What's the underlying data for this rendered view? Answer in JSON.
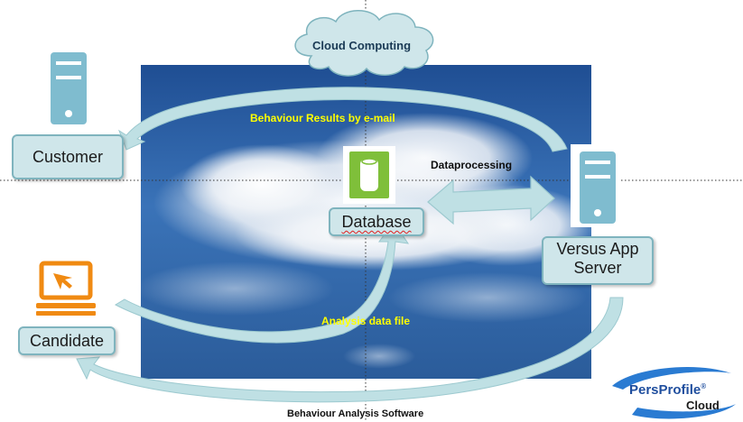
{
  "cloud_label": "Cloud Computing",
  "labels": {
    "behaviour_results": "Behaviour Results by e-mail",
    "dataprocessing": "Dataprocessing",
    "analysis_file": "Analysis data file",
    "behaviour_software": "Behaviour Analysis Software"
  },
  "nodes": {
    "customer": "Customer",
    "database": "Database",
    "server_line1": "Versus App",
    "server_line2": "Server",
    "candidate": "Candidate"
  },
  "logo": {
    "main": "PersProfile",
    "reg": "®",
    "sub": "Cloud"
  },
  "colors": {
    "arrow": "#bfe0e4",
    "pill_bg": "#cfe6ea",
    "server_icon": "#7fbccf",
    "database_icon": "#7fbf3a",
    "laptop_icon": "#f08a12",
    "label_yellow": "#ffff00",
    "logo_blue": "#1f4e9e"
  },
  "icons": [
    "server-icon",
    "database-icon",
    "laptop-icon",
    "cloud-shape"
  ]
}
